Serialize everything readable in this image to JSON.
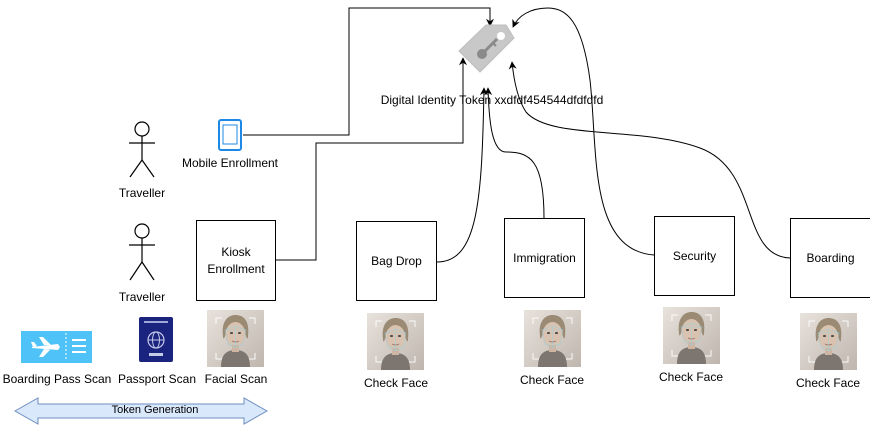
{
  "token": {
    "label": "Digital Identity Token xxdfdf454544dfdfdfd",
    "icon": "tag-key-icon"
  },
  "actors": [
    {
      "label": "Traveller",
      "icon": "person-icon"
    },
    {
      "label": "Traveller",
      "icon": "person-icon"
    }
  ],
  "mobile": {
    "label": "Mobile Enrollment",
    "icon": "mobile-phone-icon",
    "color": "#1e88e5"
  },
  "kiosk": {
    "line1": "Kiosk",
    "line2": "Enrollment"
  },
  "checkpoints": [
    {
      "label": "Bag Drop",
      "face_caption": "Check Face"
    },
    {
      "label": "Immigration",
      "face_caption": "Check Face"
    },
    {
      "label": "Security",
      "face_caption": "Check Face"
    },
    {
      "label": "Boarding",
      "face_caption": "Check Face"
    }
  ],
  "inputs": [
    {
      "label": "Boarding Pass Scan",
      "icon": "boarding-pass-icon"
    },
    {
      "label": "Passport Scan",
      "icon": "passport-icon"
    },
    {
      "label": "Facial Scan",
      "icon": "face-photo-icon"
    }
  ],
  "token_generation": {
    "label": "Token Generation",
    "fill": "#dae8fc",
    "stroke": "#6c8ebf"
  }
}
